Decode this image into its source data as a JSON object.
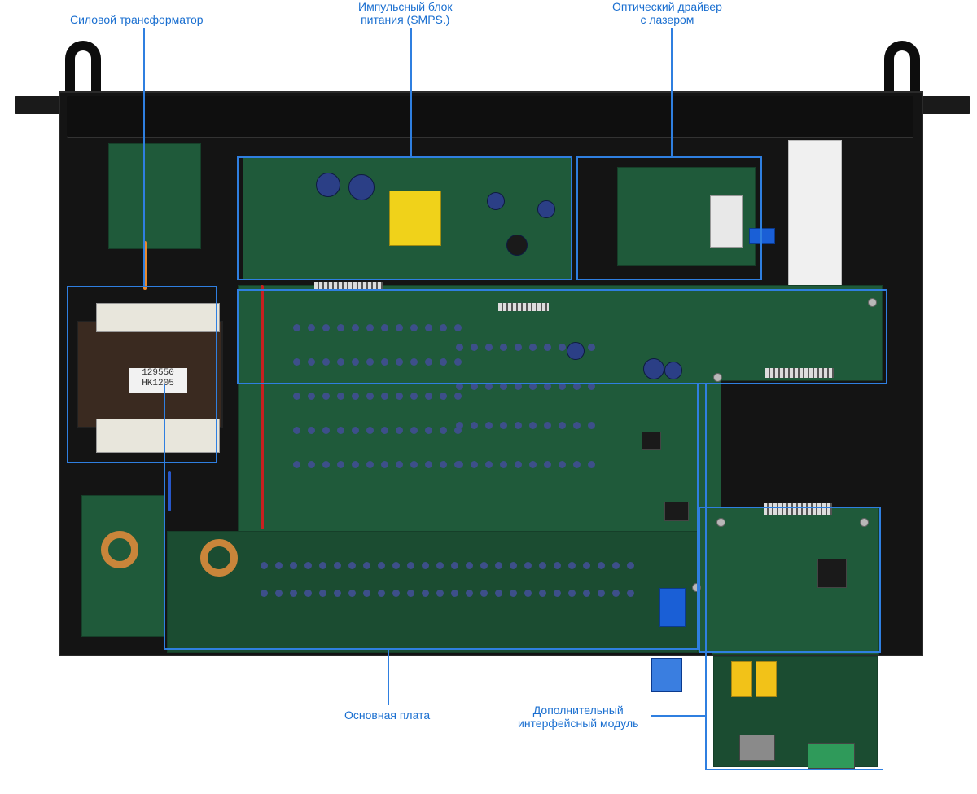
{
  "callouts": {
    "transformer": "Силовой трансформатор",
    "smps_line1": "Импульсный блок",
    "smps_line2": "питания (SMPS.)",
    "optical_line1": "Оптический драйвер",
    "optical_line2": "с лазером",
    "mainboard": "Основная плата",
    "interface_line1": "Дополнительный",
    "interface_line2": "интерфейсный модуль"
  },
  "labels": {
    "transformer_sticker_line1": "129550",
    "transformer_sticker_line2": "HK1205"
  },
  "colors": {
    "callout_text": "#1a6fd0",
    "callout_box": "#2f7fe0",
    "pcb_green": "#1f5a3a",
    "chassis": "#141414"
  }
}
